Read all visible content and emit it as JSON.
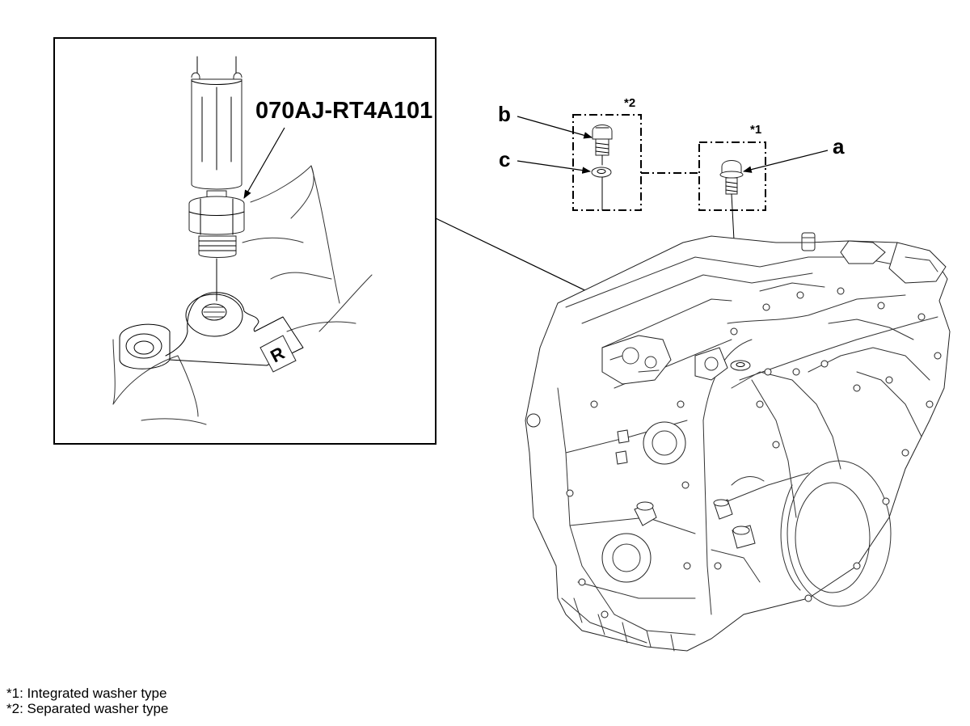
{
  "detail_view": {
    "tool_label": "070AJ-RT4A101",
    "reverse_mark": "R"
  },
  "callouts": {
    "a": "a",
    "b": "b",
    "c": "c"
  },
  "variant_marks": {
    "integrated": "*1",
    "separated": "*2"
  },
  "legend": {
    "line1": "*1: Integrated washer type",
    "line2": "*2: Separated washer type"
  }
}
